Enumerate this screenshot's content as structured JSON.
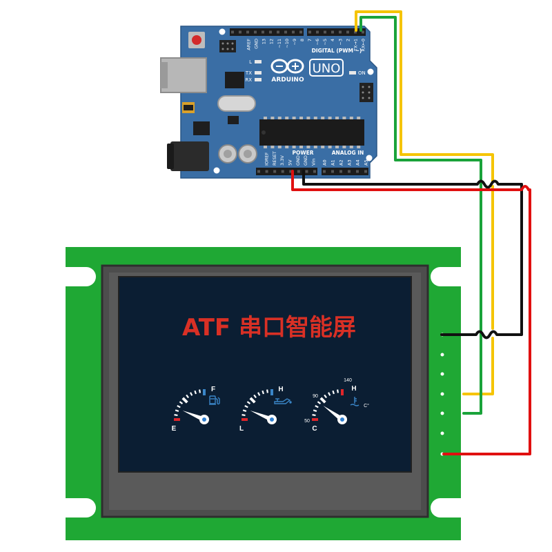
{
  "arduino": {
    "logo_text": "ARDUINO",
    "model": "UNO",
    "header_digital": "DIGITAL (PWM ~)",
    "header_power": "POWER",
    "header_analog": "ANALOG IN",
    "digital_pins": [
      "AREF",
      "GND",
      "13",
      "12",
      "~11",
      "~10",
      "~9",
      "8",
      "7",
      "~6",
      "~5",
      "4",
      "~3",
      "2",
      "TX→1",
      "RX←0"
    ],
    "power_pins": [
      "IOREF",
      "RESET",
      "3.3V",
      "5V",
      "GND",
      "GND",
      "Vin"
    ],
    "analog_pins": [
      "A0",
      "A1",
      "A2",
      "A3",
      "A4",
      "A5"
    ],
    "led_l": "L",
    "led_tx": "TX",
    "led_rx": "RX",
    "led_on": "ON",
    "board_color": "#3a6ea5"
  },
  "display": {
    "title": "ATF 串口智能屏",
    "title_color": "#d93025",
    "screen_color": "#0b1e33",
    "pcb_color": "#1fa834",
    "gauges": [
      {
        "name": "fuel",
        "low_label": "E",
        "high_label": "F",
        "icon": "fuel-pump-icon",
        "needle_fraction": 0.25
      },
      {
        "name": "oil",
        "low_label": "L",
        "high_label": "H",
        "icon": "oil-can-icon",
        "needle_fraction": 0.25
      },
      {
        "name": "temperature",
        "low_label": "C",
        "high_label": "H",
        "icon": "thermometer-icon",
        "needle_fraction": 0.4,
        "scale_labels": [
          "50",
          "90",
          "140"
        ],
        "unit": "C°"
      }
    ]
  },
  "wires": [
    {
      "name": "tx-wire",
      "color": "#f5c400"
    },
    {
      "name": "rx-wire",
      "color": "#1aa33a"
    },
    {
      "name": "gnd-wire",
      "color": "#111111"
    },
    {
      "name": "power-wire",
      "color": "#e01010"
    }
  ]
}
